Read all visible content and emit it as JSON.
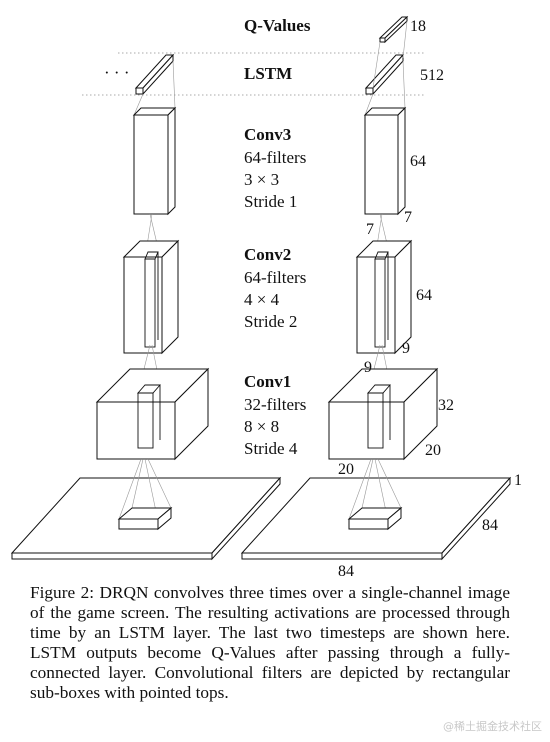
{
  "figure": {
    "qvalues_label": "Q-Values",
    "qvalues_size": "18",
    "lstm_label": "LSTM",
    "lstm_size": "512",
    "lstm_ellipsis": "· · ·",
    "conv3": {
      "title": "Conv3",
      "filters": "64-filters",
      "kernel": "3 × 3",
      "stride": "Stride 1",
      "dim_h": "64",
      "dim_d": "7",
      "dim_w": "7"
    },
    "conv2": {
      "title": "Conv2",
      "filters": "64-filters",
      "kernel": "4 × 4",
      "stride": "Stride 2",
      "dim_h": "64",
      "dim_d": "9",
      "dim_w": "9"
    },
    "conv1": {
      "title": "Conv1",
      "filters": "32-filters",
      "kernel": "8 × 8",
      "stride": "Stride 4",
      "dim_h": "32",
      "dim_d": "20",
      "dim_w": "20"
    },
    "input": {
      "depth": "1",
      "height": "84",
      "width": "84"
    }
  },
  "caption": "Figure 2: DRQN convolves three times over a single-channel image of the game screen. The resulting activations are processed through time by an LSTM layer. The last two timesteps are shown here. LSTM outputs become Q-Values after passing through a fully-connected layer. Convolutional filters are depicted by rectangular sub-boxes with pointed tops.",
  "watermark": "@稀土掘金技术社区"
}
